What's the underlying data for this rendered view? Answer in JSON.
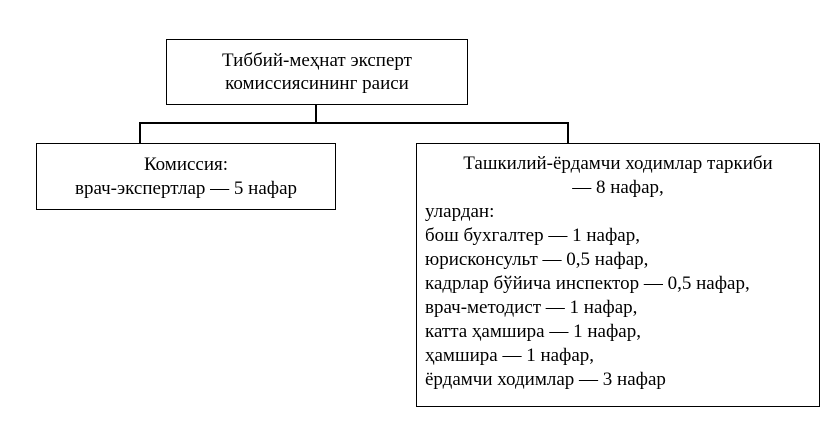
{
  "chairman": {
    "line1": "Тиббий-меҳнат эксперт",
    "line2": "комиссиясининг раиси"
  },
  "commission": {
    "line1": "Комиссия:",
    "line2": "врач-экспертлар — 5 нафар"
  },
  "staff": {
    "title_line1": "Ташкилий-ёрдамчи ходимлар таркиби",
    "title_line2": "— 8 нафар,",
    "intro": "улардан:",
    "items": [
      "бош бухгалтер — 1 нафар,",
      "юрисконсульт — 0,5 нафар,",
      "кадрлар бўйича инспектор — 0,5 нафар,",
      "врач-методист — 1 нафар,",
      "катта ҳамшира — 1 нафар,",
      "ҳамшира — 1 нафар,",
      "ёрдамчи ходимлар — 3 нафар"
    ]
  }
}
